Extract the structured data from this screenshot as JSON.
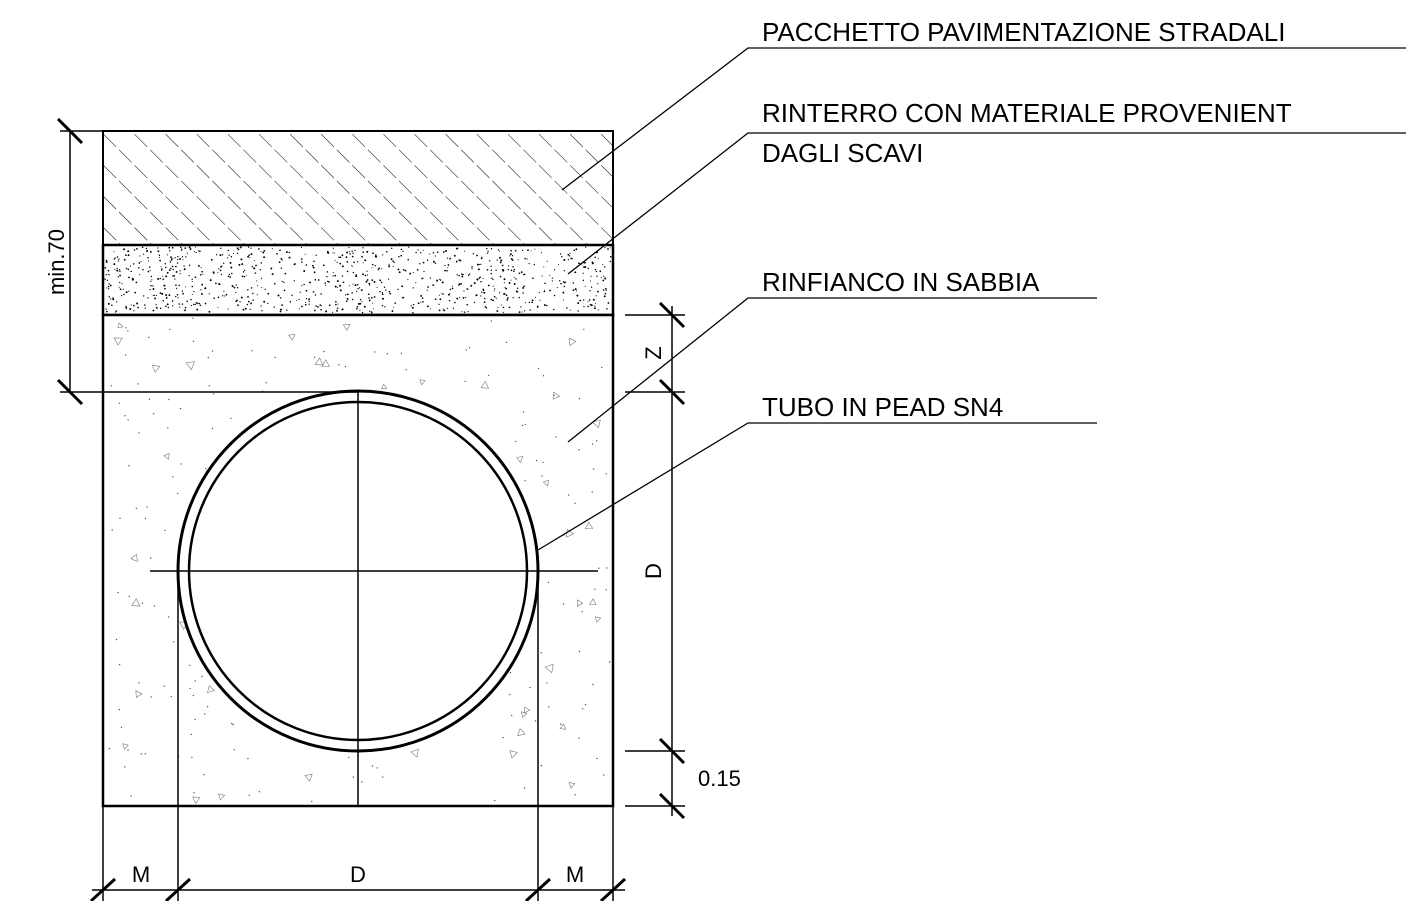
{
  "labels": {
    "pavement": "PACCHETTO PAVIMENTAZIONE STRADALI",
    "backfill_line1": "RINTERRO CON MATERIALE PROVENIENT",
    "backfill_line2": "DAGLI SCAVI",
    "sand": "RINFIANCO IN SABBIA",
    "pipe": "TUBO IN PEAD SN4"
  },
  "dimensions": {
    "cover": "min.70",
    "z": "Z",
    "pipe_height": "D",
    "bed": "0.15",
    "margin_left": "M",
    "pipe_width": "D",
    "margin_right": "M"
  },
  "colors": {
    "line": "#000000",
    "background": "#ffffff"
  }
}
